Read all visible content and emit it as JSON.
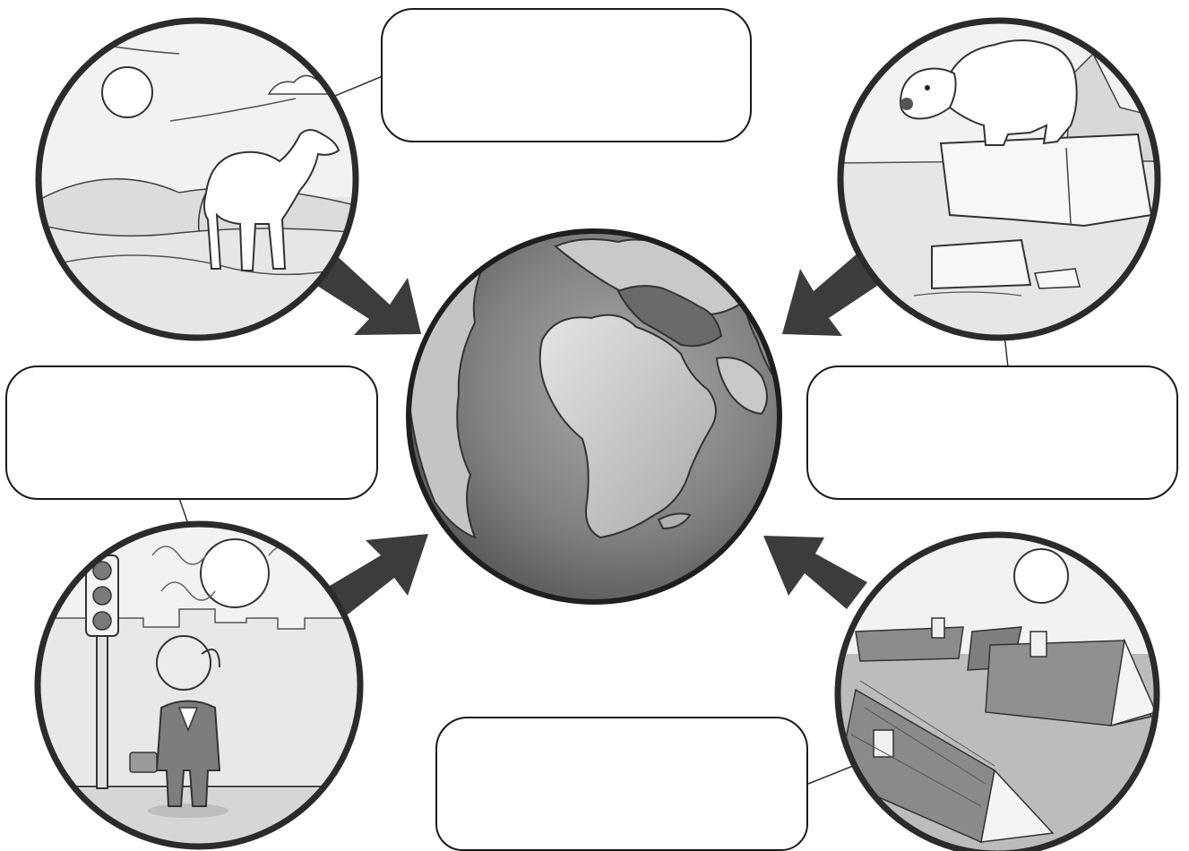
{
  "diagram": {
    "center": {
      "name": "earth-globe"
    },
    "scenes": [
      {
        "name": "desert-camel-scene",
        "arrow_to_center": true
      },
      {
        "name": "polar-bear-ice-scene",
        "arrow_to_center": true
      },
      {
        "name": "city-heat-scene",
        "arrow_from_center": false,
        "arrow_to_center": true
      },
      {
        "name": "flooded-houses-scene",
        "arrow_to_center": true
      }
    ],
    "answer_boxes": [
      {
        "name": "answer-box-top",
        "text": ""
      },
      {
        "name": "answer-box-left",
        "text": ""
      },
      {
        "name": "answer-box-right",
        "text": ""
      },
      {
        "name": "answer-box-bottom",
        "text": ""
      }
    ]
  },
  "colors": {
    "outline": "#2b2b2b",
    "arrow": "#3c3c3c",
    "scene_sky": "#f2f2f2",
    "scene_ground": "#e2e2e2",
    "ocean": "#7c7c7c",
    "land": "#cdcdcd",
    "land_dark": "#6a6a6a"
  }
}
